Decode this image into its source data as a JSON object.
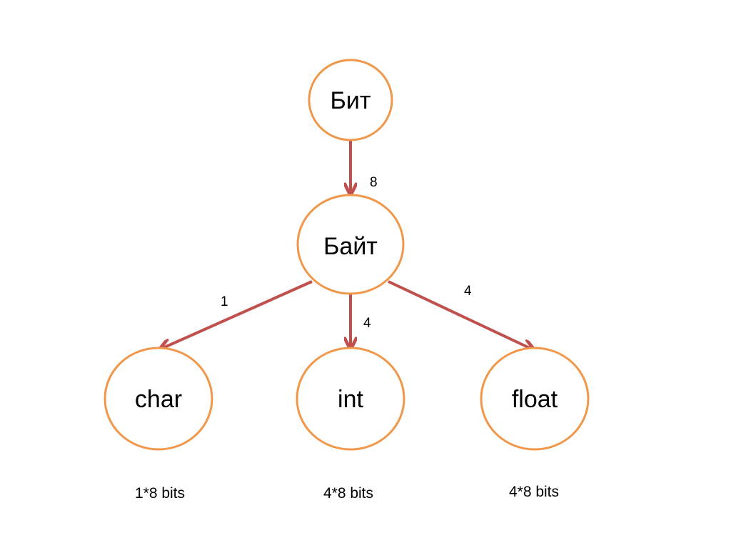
{
  "diagram": {
    "colors": {
      "node_stroke": "#f0974a",
      "edge": "#c0504d",
      "text": "#000000",
      "background": "#ffffff"
    },
    "nodes": [
      {
        "id": "bit",
        "label": "Бит"
      },
      {
        "id": "byte",
        "label": "Байт"
      },
      {
        "id": "char",
        "label": "char"
      },
      {
        "id": "int",
        "label": "int"
      },
      {
        "id": "float",
        "label": "float"
      }
    ],
    "edges": [
      {
        "from": "bit",
        "to": "byte",
        "label": "8"
      },
      {
        "from": "byte",
        "to": "char",
        "label": "1"
      },
      {
        "from": "byte",
        "to": "int",
        "label": "4"
      },
      {
        "from": "byte",
        "to": "float",
        "label": "4"
      }
    ],
    "sizes": [
      {
        "node": "char",
        "label": "1*8 bits"
      },
      {
        "node": "int",
        "label": "4*8 bits"
      },
      {
        "node": "float",
        "label": "4*8 bits"
      }
    ]
  }
}
